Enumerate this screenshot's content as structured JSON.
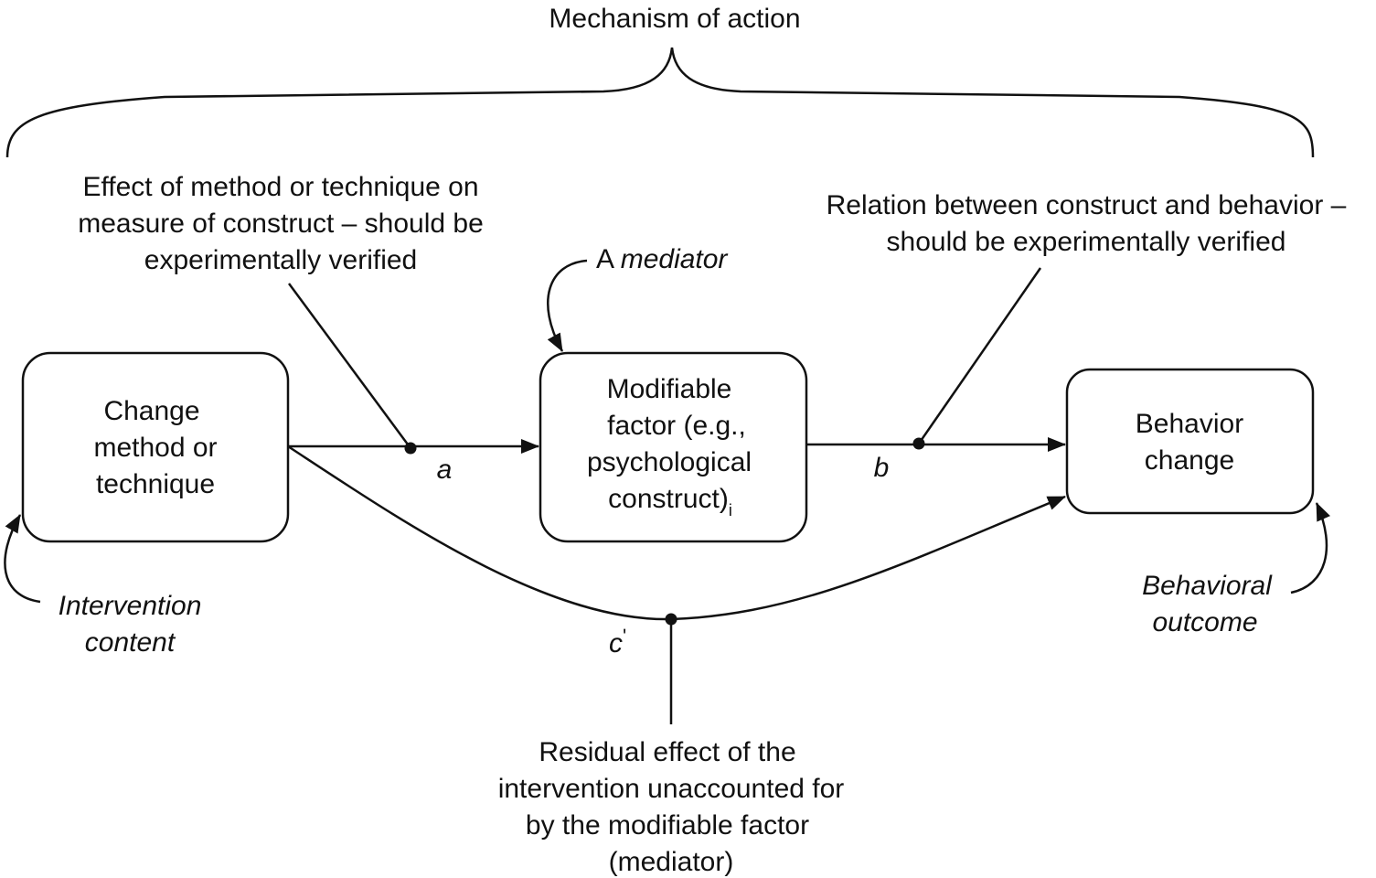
{
  "title": "Mechanism of action",
  "annotations": {
    "effect_method": [
      "Effect of method or technique on",
      "measure of construct – should be",
      "experimentally verified"
    ],
    "relation_construct": [
      "Relation between construct and behavior –",
      "should be experimentally verified"
    ],
    "mediator_prefix": "A",
    "mediator_word": "mediator",
    "intervention_content": [
      "Intervention",
      "content"
    ],
    "behavioral_outcome": [
      "Behavioral",
      "outcome"
    ],
    "residual": [
      "Residual effect of the",
      "intervention unaccounted for",
      "by the modifiable factor",
      "(mediator)"
    ]
  },
  "nodes": {
    "change_method": [
      "Change",
      "method or",
      "technique"
    ],
    "modifiable_factor": [
      "Modifiable",
      "factor (e.g.,",
      "psychological",
      "construct)"
    ],
    "modifiable_factor_subscript": "i",
    "behavior_change": [
      "Behavior",
      "change"
    ]
  },
  "paths": {
    "a": "a",
    "b": "b",
    "c_prime": "c",
    "c_prime_mark": "ʹ"
  },
  "colors": {
    "stroke": "#111111",
    "background": "#ffffff"
  }
}
